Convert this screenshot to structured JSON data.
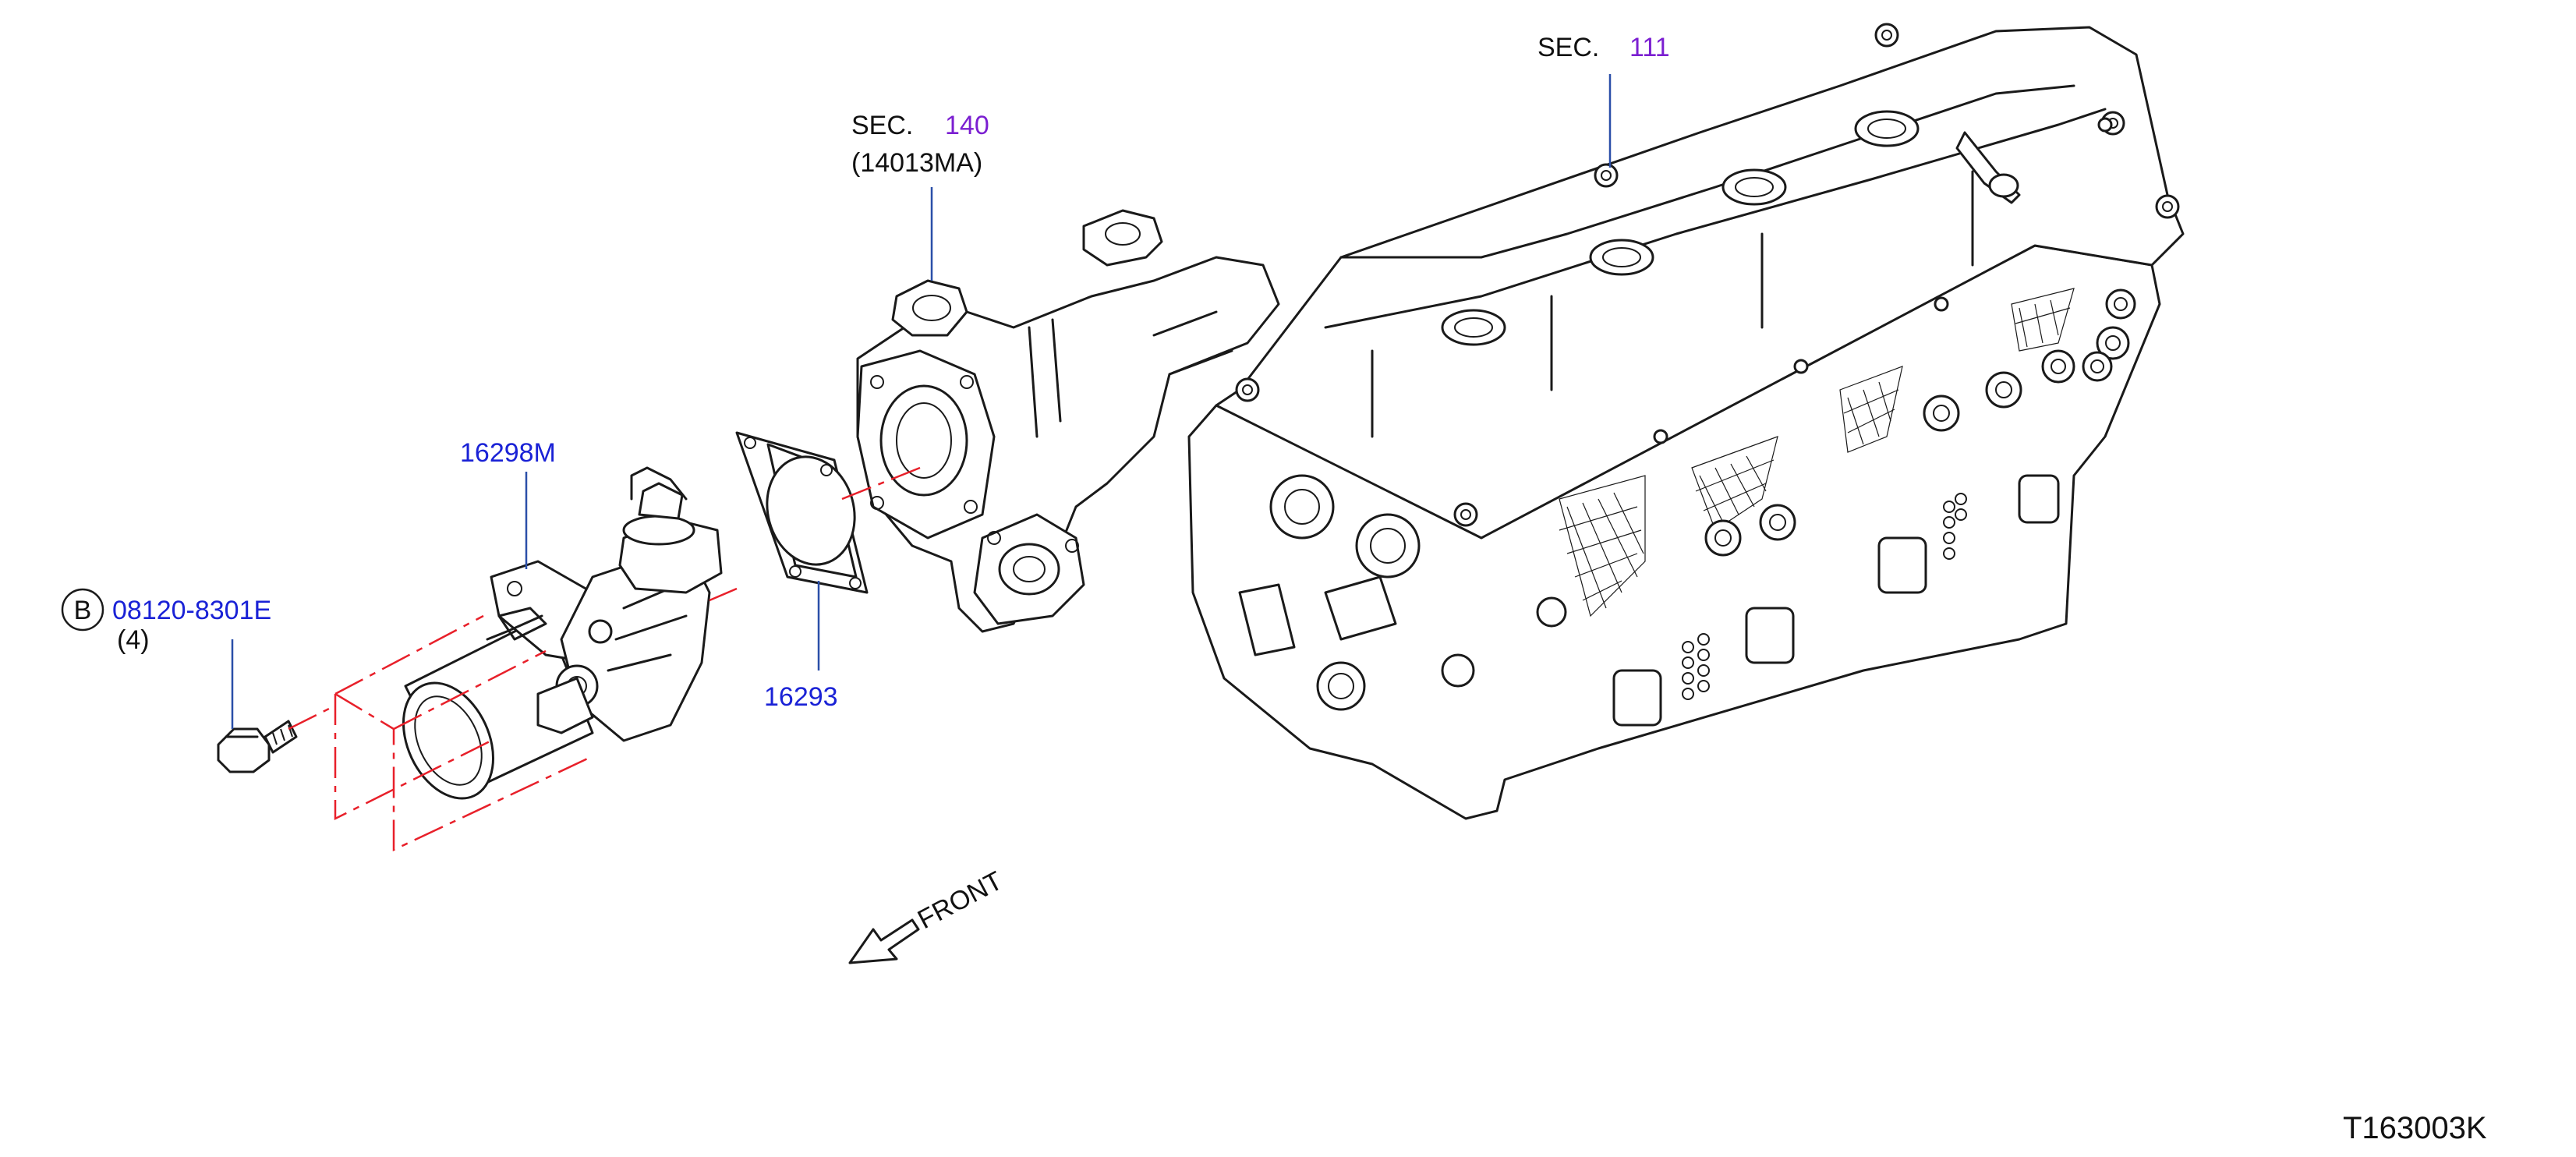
{
  "labels": {
    "sec_111_prefix": "SEC.",
    "sec_111_num": "111",
    "sec_140_prefix": "SEC.",
    "sec_140_num": "140",
    "sec_140_code": "(14013MA)",
    "part_16298m": "16298M",
    "part_16293": "16293",
    "bolt_circle_letter": "B",
    "bolt_part": "08120-8301E",
    "bolt_qty": "(4)",
    "front_label": "FRONT",
    "diagram_code": "T163003K"
  },
  "colors": {
    "part_number": "#1a22d6",
    "section_number": "#7b1fd1",
    "leader_line": "#2a4fa8",
    "assembly_line": "#e8202a",
    "drawing": "#1a1a1a"
  }
}
